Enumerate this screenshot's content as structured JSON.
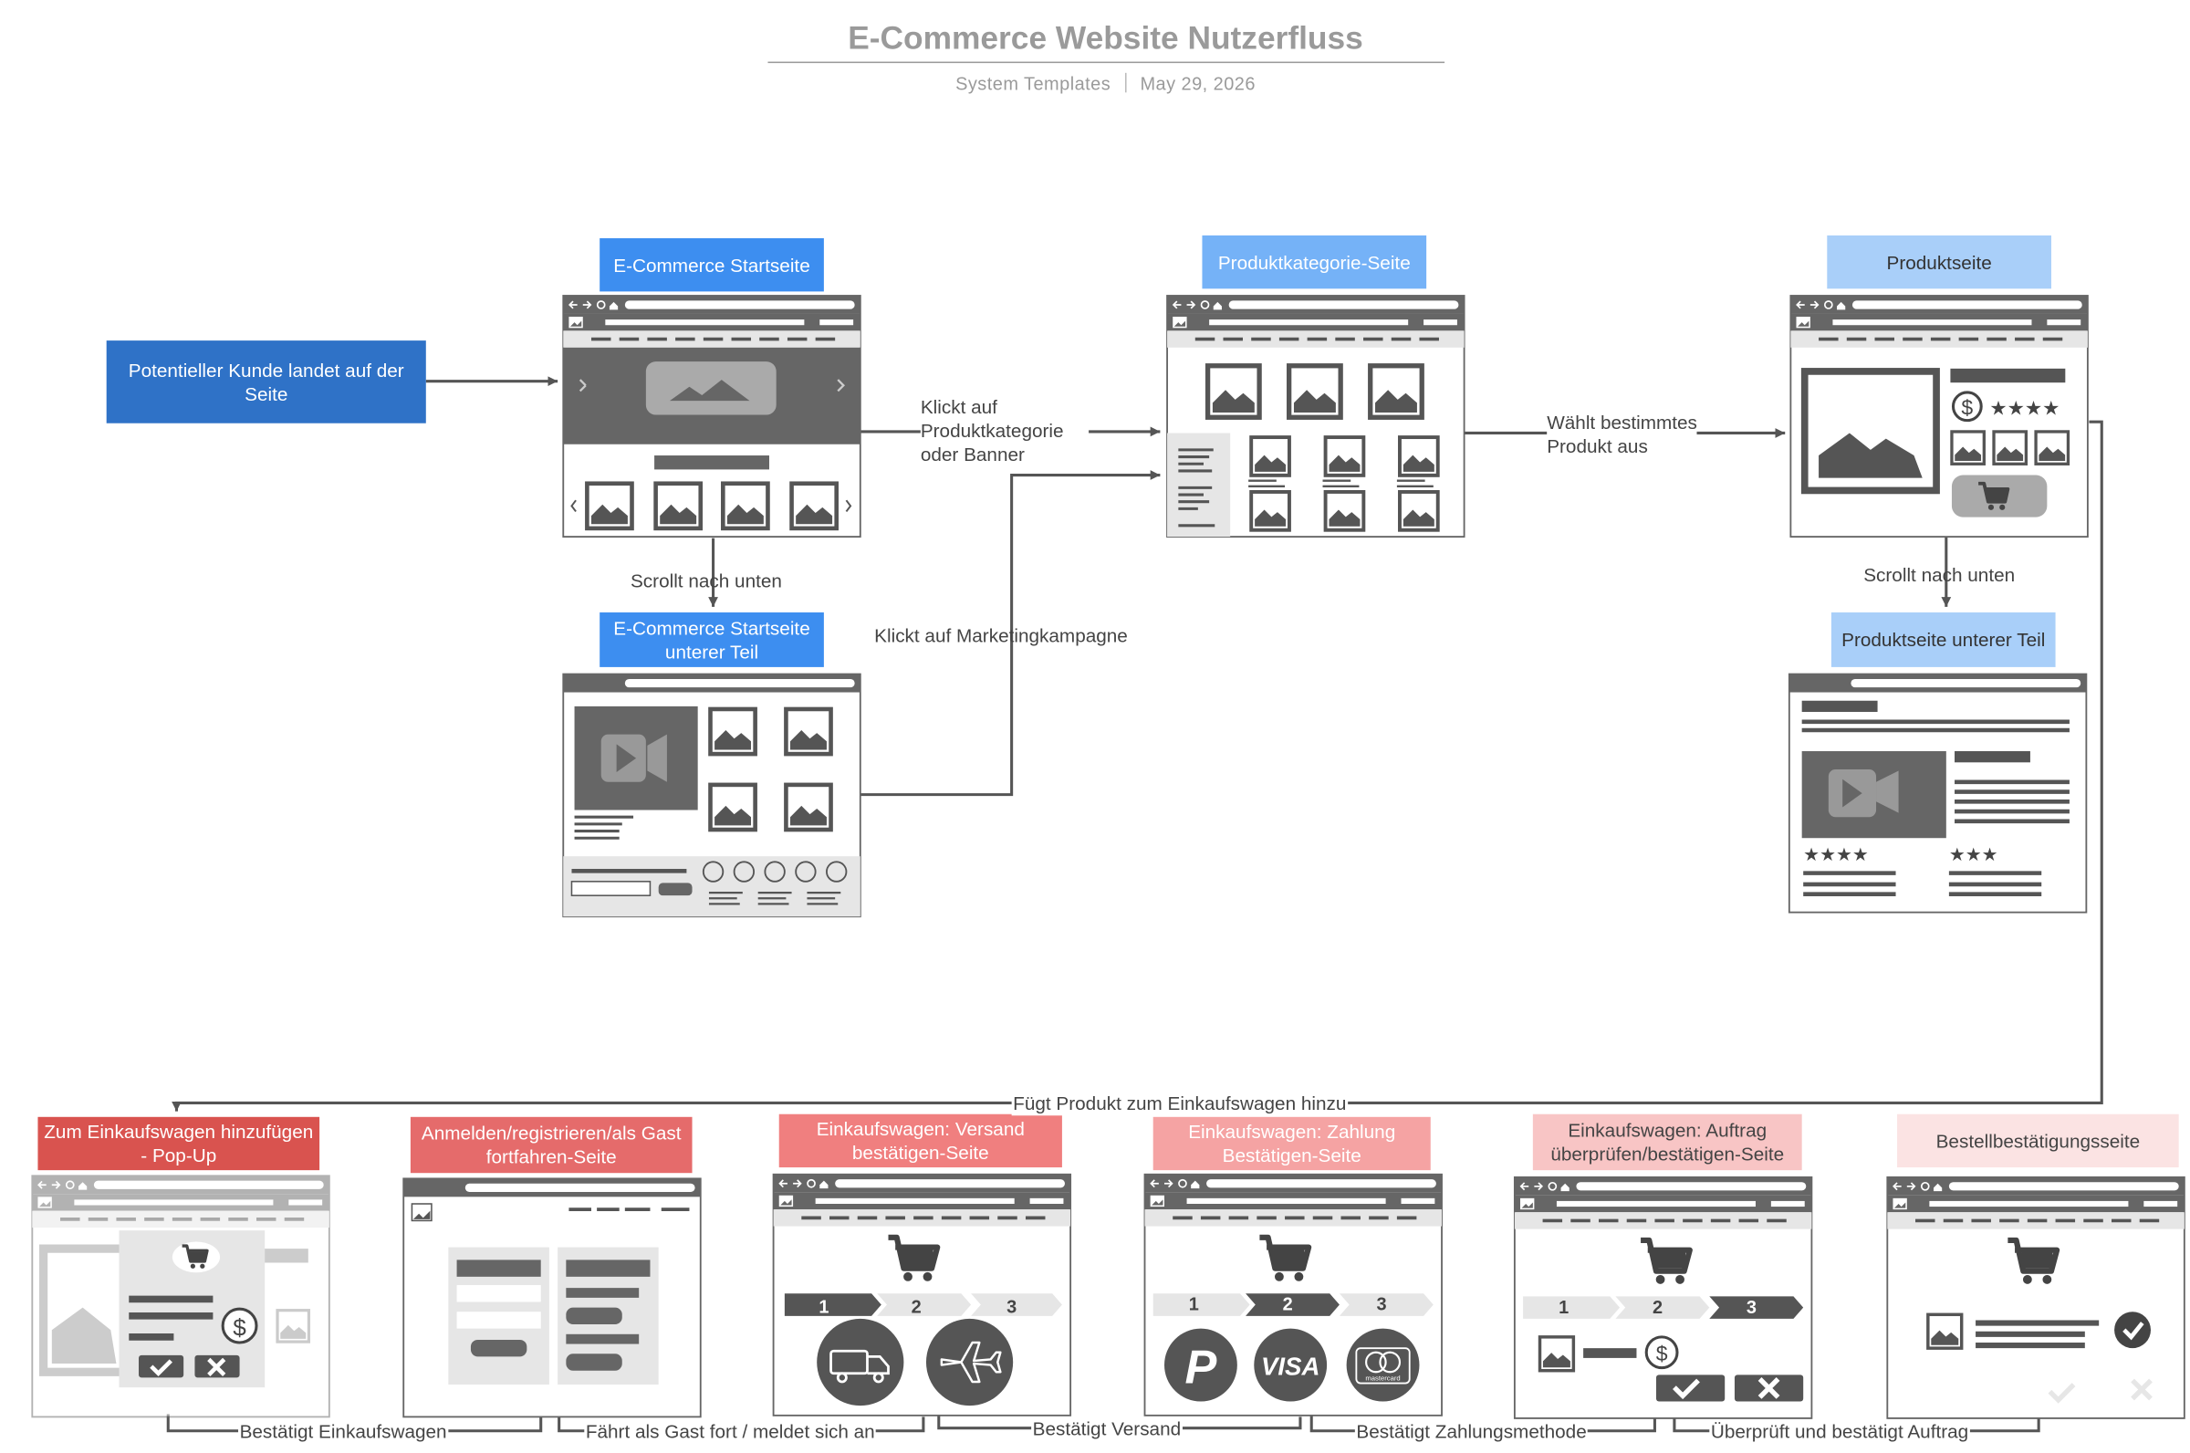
{
  "header": {
    "title": "E-Commerce Website Nutzerfluss",
    "source": "System Templates",
    "date": "May 29, 2026"
  },
  "nodes": {
    "start": "Potentieller Kunde landet auf der Seite",
    "home": "E-Commerce Startseite",
    "home_bottom": "E-Commerce Startseite unterer Teil",
    "category": "Produktkategorie-Seite",
    "product": "Produktseite",
    "product_bottom": "Produktseite unterer Teil",
    "cart_popup": "Zum Einkaufswagen hinzufügen - Pop-Up",
    "login": "Anmelden/registrieren/als Gast fortfahren-Seite",
    "shipping": "Einkaufswagen: Versand bestätigen-Seite",
    "payment": "Einkaufswagen: Zahlung Bestätigen-Seite",
    "review": "Einkaufswagen: Auftrag überprüfen/bestätigen-Seite",
    "confirmation": "Bestellbestätigungsseite"
  },
  "edges": {
    "e1": "Klickt auf Produktkategorie oder Banner",
    "e2": "Scrollt nach unten",
    "e3": "Klickt auf Marketingkampagne",
    "e4": "Wählt bestimmtes Produkt aus",
    "e5": "Scrollt nach unten",
    "e6": "Fügt Produkt zum Einkaufswagen hinzu",
    "e7": "Bestätigt Einkaufswagen",
    "e8": "Fährt als Gast fort / meldet sich an",
    "e9": "Bestätigt Versand",
    "e10": "Bestätigt Zahlungsmethode",
    "e11": "Überprüft und bestätigt Auftrag"
  },
  "steps": [
    "1",
    "2",
    "3"
  ],
  "payment_brands": {
    "paypal": "P",
    "visa": "VISA",
    "mastercard": "mastercard"
  },
  "icons": [
    "browser-window",
    "image-placeholder",
    "video-play-icon",
    "cart-icon",
    "dollar-icon",
    "star-rating",
    "truck-icon",
    "airplane-icon",
    "checkmark-icon",
    "close-icon",
    "social-icons"
  ],
  "colors": {
    "start": "#2f72c7",
    "blue_dark": "#3d8ef0",
    "blue_mid": "#75b2f7",
    "blue_light": "#a9cff9",
    "red_1": "#d9534f",
    "red_2": "#e56b6b",
    "red_3": "#f07f7f",
    "red_4": "#f5a3a3",
    "red_5": "#f8c5c5",
    "red_6": "#fbe3e3",
    "wire": "#666666",
    "connector": "#555555"
  }
}
